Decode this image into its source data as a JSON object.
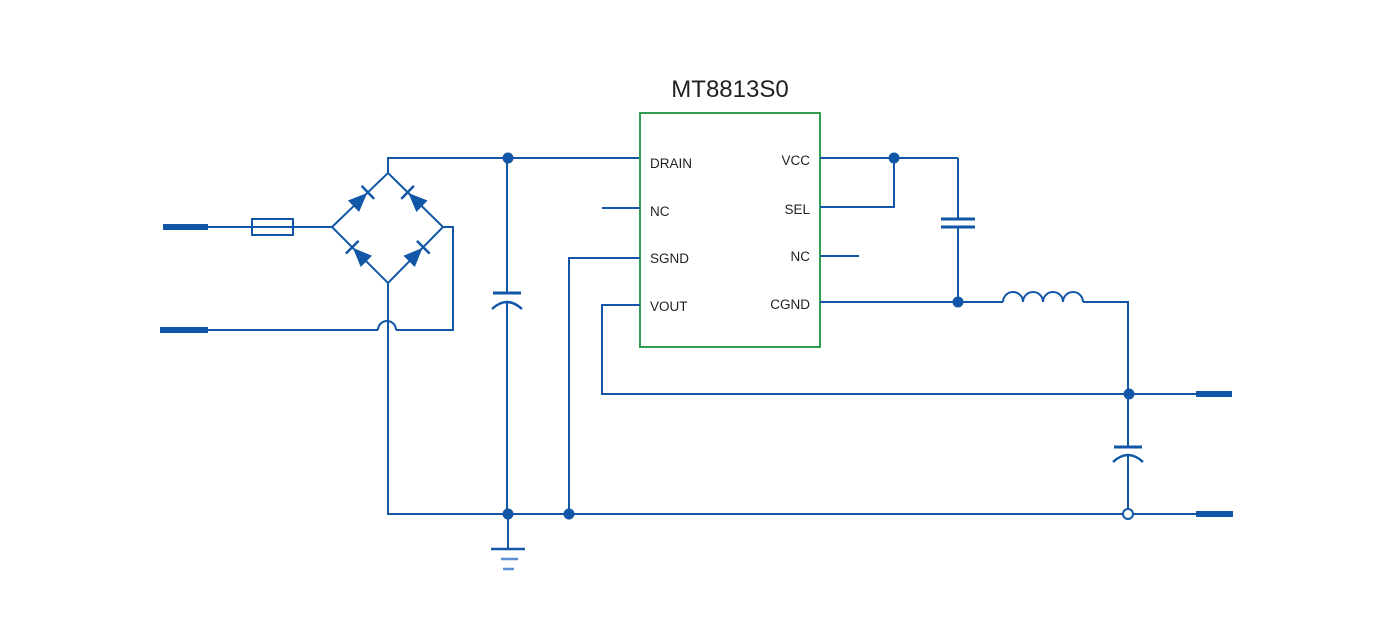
{
  "ic": {
    "name": "MT8813S0",
    "pins": {
      "left": [
        "DRAIN",
        "NC",
        "SGND",
        "VOUT"
      ],
      "right": [
        "VCC",
        "SEL",
        "NC",
        "CGND"
      ]
    }
  },
  "components": [
    "ac-input-live-terminal",
    "ac-input-neutral-terminal",
    "fuse",
    "bridge-rectifier",
    "bulk-capacitor",
    "vcc-capacitor",
    "output-inductor",
    "output-capacitor",
    "earth-ground",
    "dc-output-positive-terminal",
    "dc-output-negative-terminal"
  ],
  "colors": {
    "wire": "#1257A7",
    "wire_light": "#5B8FD0",
    "ic_border": "#2F9E4E",
    "label": "#231F20",
    "background": "#FFFFFF"
  }
}
